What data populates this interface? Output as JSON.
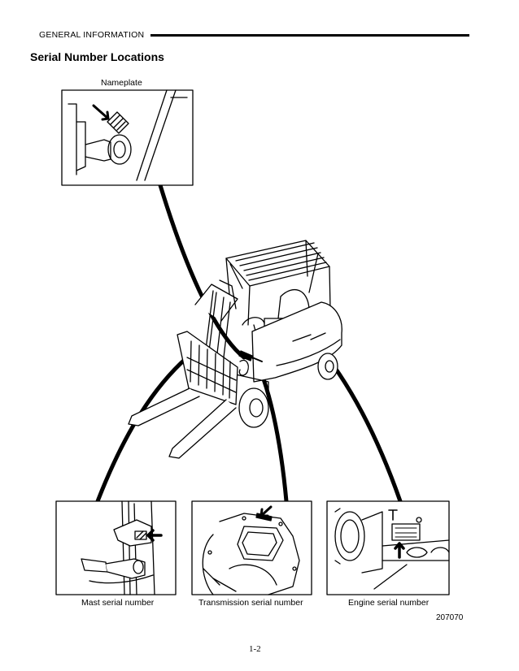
{
  "header": {
    "section": "GENERAL INFORMATION"
  },
  "title": "Serial Number Locations",
  "captions": {
    "nameplate": "Nameplate",
    "mast": "Mast serial number",
    "transmission": "Transmission serial number",
    "engine": "Engine serial number"
  },
  "figure_number": "207070",
  "page_number": "1-2"
}
